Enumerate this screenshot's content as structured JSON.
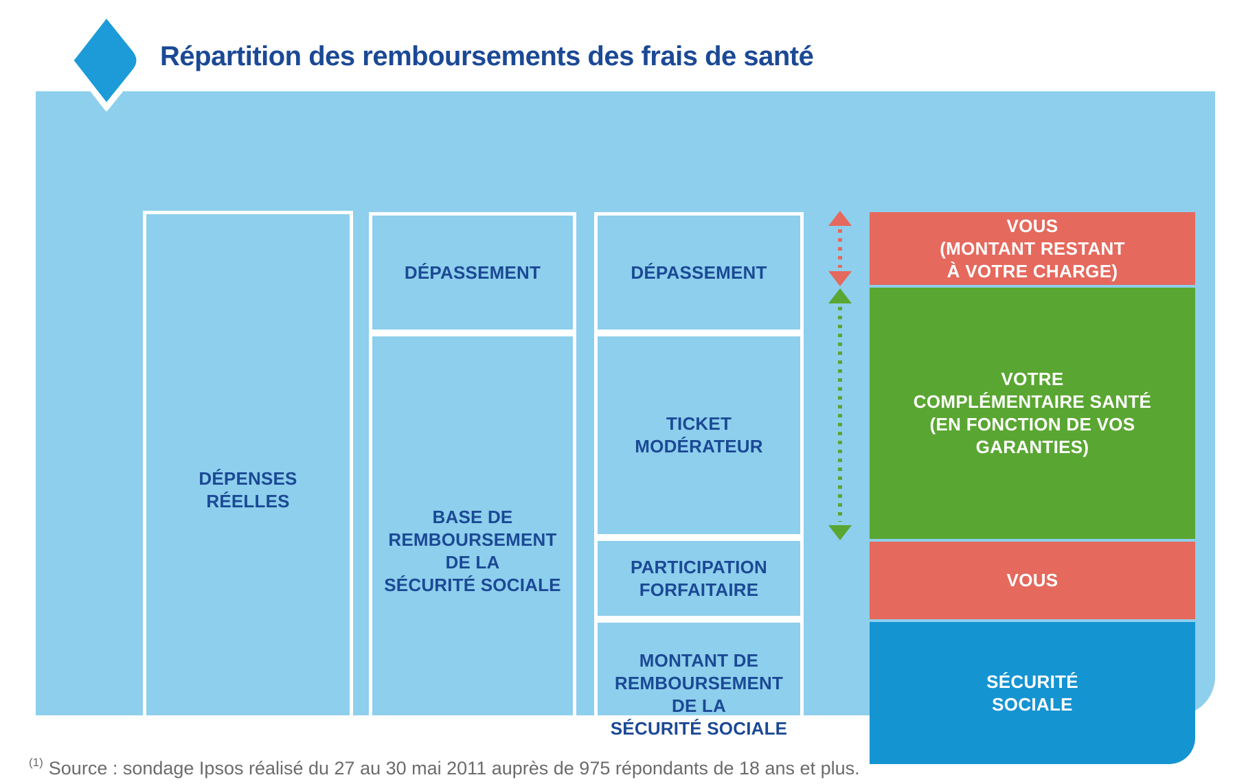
{
  "title": "Répartition des remboursements des frais de santé",
  "colors": {
    "panel_background": "#8DCFEC",
    "brand_blue_diamond": "#1C9BD8",
    "navy_text": "#1B4995",
    "box_border_white": "#FFFFFF",
    "red": "#E5695D",
    "green": "#5AA632",
    "blue": "#1594D2",
    "footnote_gray": "#6B6B6B"
  },
  "diagram": {
    "columns": [
      {
        "boxes": [
          {
            "label": "DÉPENSES\nRÉELLES"
          }
        ]
      },
      {
        "boxes": [
          {
            "label": "DÉPASSEMENT"
          },
          {
            "label": "BASE DE\nREMBOURSEMENT\nDE LA\nSÉCURITÉ SOCIALE"
          }
        ]
      },
      {
        "boxes": [
          {
            "label": "DÉPASSEMENT"
          },
          {
            "label": "TICKET\nMODÉRATEUR"
          },
          {
            "label": "PARTICIPATION\nFORFAITAIRE"
          },
          {
            "label": "MONTANT DE\nREMBOURSEMENT\nDE LA\nSÉCURITÉ SOCIALE"
          }
        ]
      }
    ],
    "payers": [
      {
        "label": "VOUS\n(MONTANT RESTANT\nÀ VOTRE CHARGE)",
        "color": "#E5695D"
      },
      {
        "label": "VOTRE\nCOMPLÉMENTAIRE SANTÉ\n(EN FONCTION DE VOS\nGARANTIES)",
        "color": "#5AA632"
      },
      {
        "label": "VOUS",
        "color": "#E5695D"
      },
      {
        "label": "SÉCURITÉ\nSOCIALE",
        "color": "#1594D2"
      }
    ],
    "arrows": [
      {
        "name": "reste-a-charge",
        "color": "#E5695D"
      },
      {
        "name": "complementaire",
        "color": "#5AA632"
      }
    ]
  },
  "footnote": {
    "sup": "(1)",
    "text": "Source : sondage Ipsos réalisé du 27 au 30 mai 2011 auprès de 975 répondants de 18 ans et plus."
  }
}
